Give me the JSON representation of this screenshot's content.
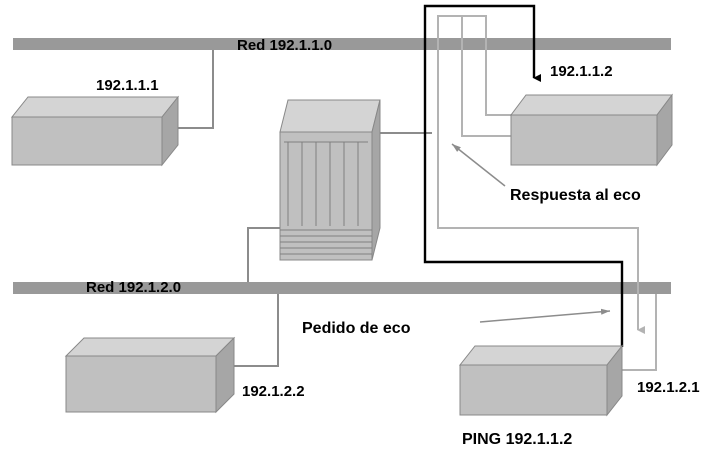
{
  "networks": {
    "top": {
      "label": "Red 192.1.1.0"
    },
    "bottom": {
      "label": "Red 192.1.2.0"
    }
  },
  "hosts": {
    "host_a": {
      "ip": "192.1.1.1"
    },
    "host_b": {
      "ip": "192.1.1.2"
    },
    "host_c": {
      "ip": "192.1.2.2"
    },
    "host_d": {
      "ip": "192.1.2.1"
    }
  },
  "annotations": {
    "reply": "Respuesta al eco",
    "request": "Pedido de eco",
    "command": "PING 192.1.1.2"
  },
  "colors": {
    "bus": "#999999",
    "box_front": "#c0c0c0",
    "box_top": "#d4d4d4",
    "box_side": "#a6a6a6",
    "request_path": "#000000",
    "reply_path": "#b3b3b3",
    "connector": "#8c8c8c"
  }
}
